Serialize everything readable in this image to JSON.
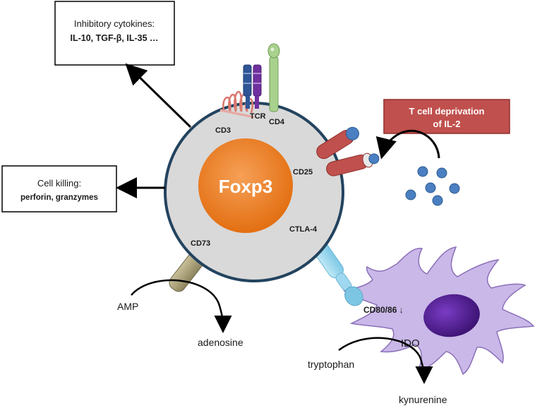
{
  "inhibitory_box": {
    "line1": "Inhibitory cytokines:",
    "line2": "IL-10, TGF-β, IL-35 …"
  },
  "killing_box": {
    "line1": "Cell killing:",
    "line2": "perforin, granzymes"
  },
  "il2_box": {
    "line1": "T cell deprivation",
    "line2": "of IL-2"
  },
  "cell": {
    "nucleus_label": "Foxp3",
    "tcr_label": "TCR",
    "cd3_label": "CD3",
    "cd4_label": "CD4",
    "cd25_label": "CD25",
    "ctla4_label": "CTLA-4",
    "cd73_label": "CD73"
  },
  "pathway": {
    "amp_label": "AMP",
    "adenosine_label": "adenosine"
  },
  "dendritic": {
    "cd8086_label": "CD80/86 ↓",
    "ido_label": "IDO",
    "tryptophan_label": "tryptophan",
    "kynurenine_label": "kynurenine"
  },
  "colors": {
    "cell_fill": "#d9d9d9",
    "cell_border": "#23435f",
    "nucleus": "#e87722",
    "cd25": "#c0504d",
    "il2_box_fill": "#c0504d",
    "dendritic_fill": "#c9b8e8",
    "dendritic_nucleus": "#4b1d86",
    "il2_dot": "#4a7fc1"
  }
}
